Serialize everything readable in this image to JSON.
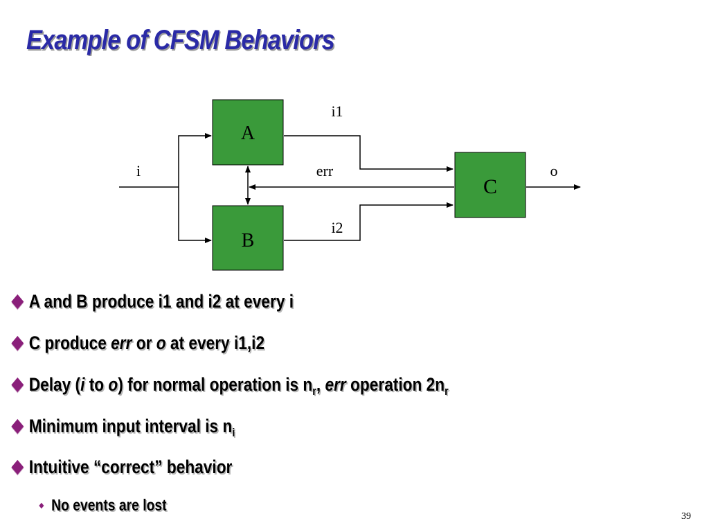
{
  "slide": {
    "title": "Example of CFSM Behaviors",
    "page_number": "39"
  },
  "diagram": {
    "blocks": {
      "a": "A",
      "b": "B",
      "c": "C"
    },
    "signals": {
      "i": "i",
      "i1": "i1",
      "i2": "i2",
      "err": "err",
      "o": "o"
    },
    "block_color": "#3a9a3a"
  },
  "bullets": [
    {
      "text": "A and B produce i1 and i2 at every i"
    },
    {
      "t1": "C produce ",
      "t2": "err",
      "t3": " or ",
      "t4": "o",
      "t5": " at every i1,i2"
    },
    {
      "t1": "Delay (",
      "t2": "i",
      "t3": " to ",
      "t4": "o",
      "t5": ") for normal operation is n",
      "t6": "r",
      "t7": ", ",
      "t8": "err",
      "t9": " operation 2n",
      "t10": "r"
    },
    {
      "t1": "Minimum input interval is n",
      "t2": "i"
    },
    {
      "text": "Intuitive “correct” behavior"
    }
  ],
  "sub_bullets": [
    {
      "text": "No events are lost"
    }
  ],
  "colors": {
    "title": "#2a2aa6",
    "bullet_marker": "#8a1f7a"
  }
}
